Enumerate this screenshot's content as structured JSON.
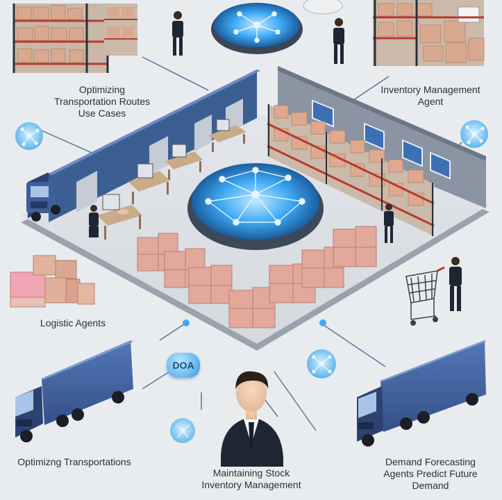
{
  "labels": {
    "routes": [
      "Optimizing",
      "Transportation Routes",
      "Use Cases"
    ],
    "inventory": [
      "Inventory Management",
      "Agent"
    ],
    "logistic": [
      "Logistic Agents"
    ],
    "transport": [
      "Optimizng Transportations"
    ],
    "stock": [
      "Maintaining Stock",
      "Inventory Management"
    ],
    "demand": [
      "Demand Forecasting",
      "Agents Predict Future",
      "Demand"
    ]
  },
  "badge": {
    "text": "DOA"
  },
  "colors": {
    "background": "#e9ecef",
    "floor": "#d9dde2",
    "floor_edge": "#9aa2ad",
    "truck_blue": "#3f5e9a",
    "truck_dark": "#2c4272",
    "box_pink": "#e2a89c",
    "box_dark": "#c98b80",
    "rack_red": "#c0392b",
    "hub_glow": "#3fa9f5",
    "network": "#7fd0ff",
    "suit": "#1f2633",
    "text": "#2a2f38"
  },
  "icons": [
    "network-hub-icon",
    "network-node-icon",
    "shopping-cart-icon",
    "truck-icon",
    "person-icon",
    "box-icon"
  ]
}
